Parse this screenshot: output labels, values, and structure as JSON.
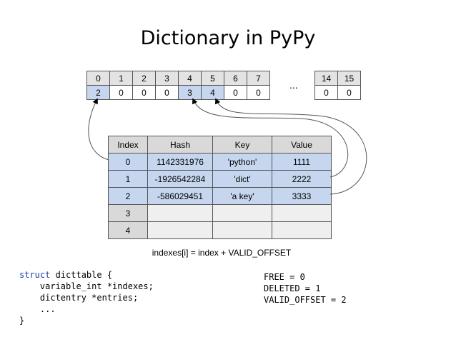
{
  "title": "Dictionary in PyPy",
  "indexes_left": {
    "positions": [
      "0",
      "1",
      "2",
      "3",
      "4",
      "5",
      "6",
      "7"
    ],
    "values": [
      "2",
      "0",
      "0",
      "0",
      "3",
      "4",
      "0",
      "0"
    ]
  },
  "ellipsis": "...",
  "indexes_right": {
    "positions": [
      "14",
      "15"
    ],
    "values": [
      "0",
      "0"
    ]
  },
  "entries": {
    "headers": [
      "Index",
      "Hash",
      "Key",
      "Value"
    ],
    "rows": [
      {
        "index": "0",
        "hash": "1142331976",
        "key": "'python'",
        "value": "1111"
      },
      {
        "index": "1",
        "hash": "-1926542284",
        "key": "'dict'",
        "value": "2222"
      },
      {
        "index": "2",
        "hash": "-586029451",
        "key": "'a key'",
        "value": "3333"
      },
      {
        "index": "3",
        "hash": "",
        "key": "",
        "value": ""
      },
      {
        "index": "4",
        "hash": "",
        "key": "",
        "value": ""
      }
    ]
  },
  "formula": "indexes[i] = index + VALID_OFFSET",
  "code": {
    "keyword": "struct",
    "line1_rest": " dicttable {",
    "line2": "    variable_int *indexes;",
    "line3": "    dictentry *entries;",
    "line4": "    ...",
    "line5": "}"
  },
  "constants": [
    "FREE = 0",
    "DELETED = 1",
    "VALID_OFFSET = 2"
  ]
}
